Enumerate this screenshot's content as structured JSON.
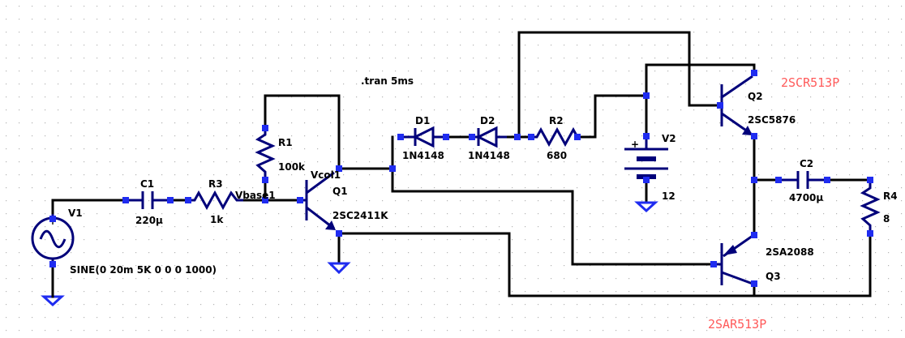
{
  "schematic": {
    "directive": ".tran 5ms",
    "colors": {
      "wire": "#000000",
      "component": "#00007a",
      "pin": "#1f2cf0",
      "annotation": "#ff5a5a",
      "grid": "#b4b4b4"
    },
    "components": {
      "V1": {
        "ref": "V1",
        "value": "SINE(0 20m 5K 0 0 0 1000)"
      },
      "C1": {
        "ref": "C1",
        "value": "220µ"
      },
      "R3": {
        "ref": "R3",
        "value": "1k"
      },
      "R1": {
        "ref": "R1",
        "value": "100k"
      },
      "Q1": {
        "ref": "Q1",
        "value": "2SC2411K"
      },
      "D1": {
        "ref": "D1",
        "value": "1N4148"
      },
      "D2": {
        "ref": "D2",
        "value": "1N4148"
      },
      "R2": {
        "ref": "R2",
        "value": "680"
      },
      "V2": {
        "ref": "V2",
        "value": "12"
      },
      "Q2": {
        "ref": "Q2",
        "value": "2SC5876",
        "note": "2SCR513P"
      },
      "Q3": {
        "ref": "Q3",
        "value": "2SA2088",
        "note": "2SAR513P"
      },
      "C2": {
        "ref": "C2",
        "value": "4700µ"
      },
      "R4": {
        "ref": "R4",
        "value": "8"
      }
    },
    "nets": {
      "vbase": "Vbase1",
      "vcol": "Vcol1"
    }
  }
}
